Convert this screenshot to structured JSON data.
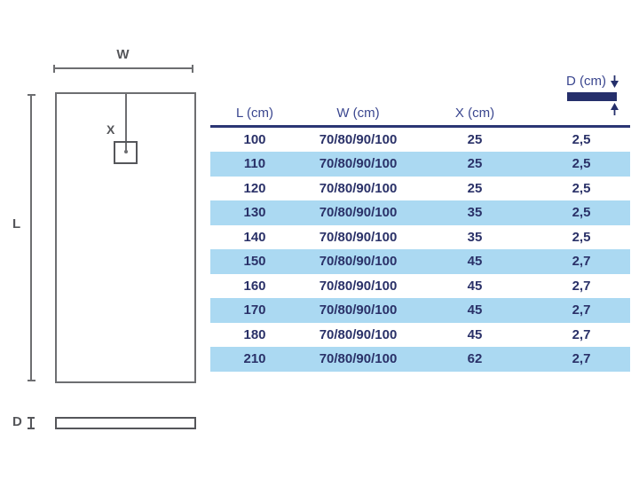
{
  "diagram": {
    "width_label": "W",
    "drain_label": "X",
    "length_label": "L",
    "depth_label": "D"
  },
  "table": {
    "headers": {
      "l": "L (cm)",
      "w": "W (cm)",
      "x": "X (cm)",
      "d": "D (cm)"
    },
    "rows": [
      {
        "l": "100",
        "w": "70/80/90/100",
        "x": "25",
        "d": "2,5"
      },
      {
        "l": "110",
        "w": "70/80/90/100",
        "x": "25",
        "d": "2,5"
      },
      {
        "l": "120",
        "w": "70/80/90/100",
        "x": "25",
        "d": "2,5"
      },
      {
        "l": "130",
        "w": "70/80/90/100",
        "x": "35",
        "d": "2,5"
      },
      {
        "l": "140",
        "w": "70/80/90/100",
        "x": "35",
        "d": "2,5"
      },
      {
        "l": "150",
        "w": "70/80/90/100",
        "x": "45",
        "d": "2,7"
      },
      {
        "l": "160",
        "w": "70/80/90/100",
        "x": "45",
        "d": "2,7"
      },
      {
        "l": "170",
        "w": "70/80/90/100",
        "x": "45",
        "d": "2,7"
      },
      {
        "l": "180",
        "w": "70/80/90/100",
        "x": "45",
        "d": "2,7"
      },
      {
        "l": "210",
        "w": "70/80/90/100",
        "x": "62",
        "d": "2,7"
      }
    ]
  },
  "colors": {
    "accent_navy": "#252f6b",
    "header_text": "#3a468f",
    "cell_text": "#2a3168",
    "row_highlight": "#abd9f2",
    "diagram_gray": "#6d6e71"
  }
}
